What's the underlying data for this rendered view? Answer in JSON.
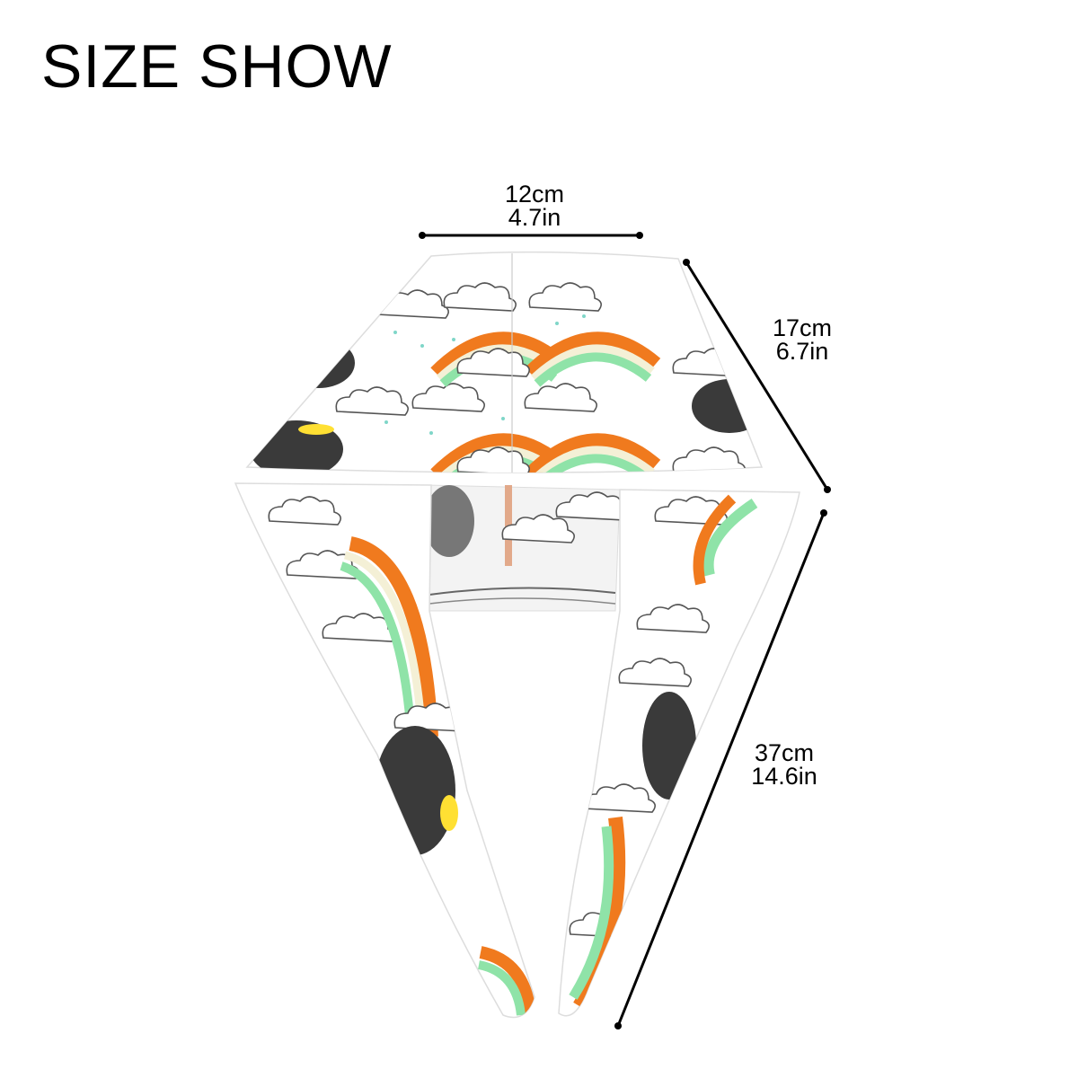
{
  "title": "SIZE SHOW",
  "dimensions": {
    "width": {
      "metric": "12cm",
      "imperial": "4.7in"
    },
    "depth": {
      "metric": "17cm",
      "imperial": "6.7in"
    },
    "length": {
      "metric": "37cm",
      "imperial": "14.6in"
    }
  },
  "colors": {
    "rainbow_orange": "#f07a1e",
    "rainbow_green": "#8fe3a8",
    "rainbow_cream": "#f4f0d6",
    "pot_black": "#3a3a3a",
    "gold_yellow": "#ffe033",
    "rain_teal": "#7fd6c8",
    "cloud_outline": "#555555"
  }
}
